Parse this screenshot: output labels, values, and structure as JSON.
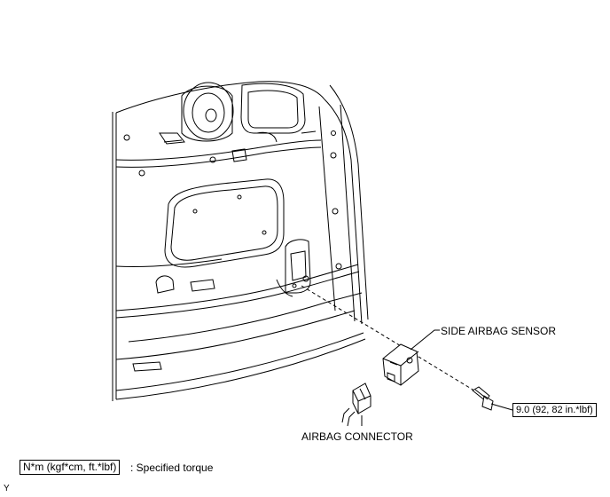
{
  "labels": {
    "side_airbag_sensor": "SIDE AIRBAG SENSOR",
    "airbag_connector": "AIRBAG CONNECTOR",
    "torque_value": "9.0 (92, 82 in.*lbf)"
  },
  "legend": {
    "unit": "N*m (kgf*cm, ft.*lbf)",
    "description": ": Specified torque"
  },
  "footer_code": "Y"
}
